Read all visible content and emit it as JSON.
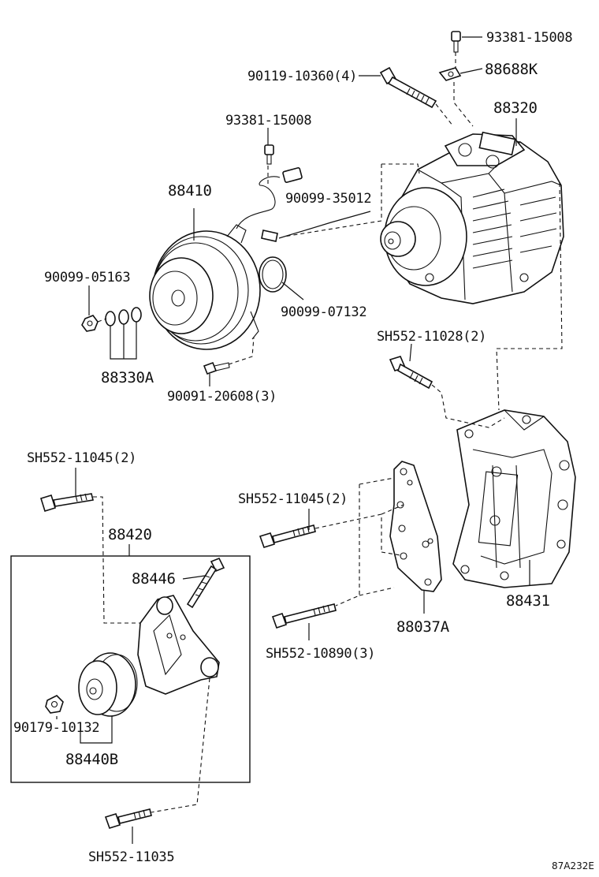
{
  "labels": {
    "p93381_15008_top": "93381-15008",
    "p88688K": "88688K",
    "p90119_10360": "90119-10360(4)",
    "p88320": "88320",
    "p93381_15008_mid": "93381-15008",
    "p88410": "88410",
    "p90099_35012": "90099-35012",
    "p90099_05163": "90099-05163",
    "p90099_07132": "90099-07132",
    "p88330A": "88330A",
    "p90091_20608": "90091-20608(3)",
    "pSH552_11028": "SH552-11028(2)",
    "pSH552_11045_left": "SH552-11045(2)",
    "pSH552_11045_mid": "SH552-11045(2)",
    "p88420": "88420",
    "p88446": "88446",
    "p88431": "88431",
    "p88037A": "88037A",
    "pSH552_10890": "SH552-10890(3)",
    "p90179_10132": "90179-10132",
    "p88440B": "88440B",
    "pSH552_11035": "SH552-11035"
  },
  "figure_code": "87A232E"
}
